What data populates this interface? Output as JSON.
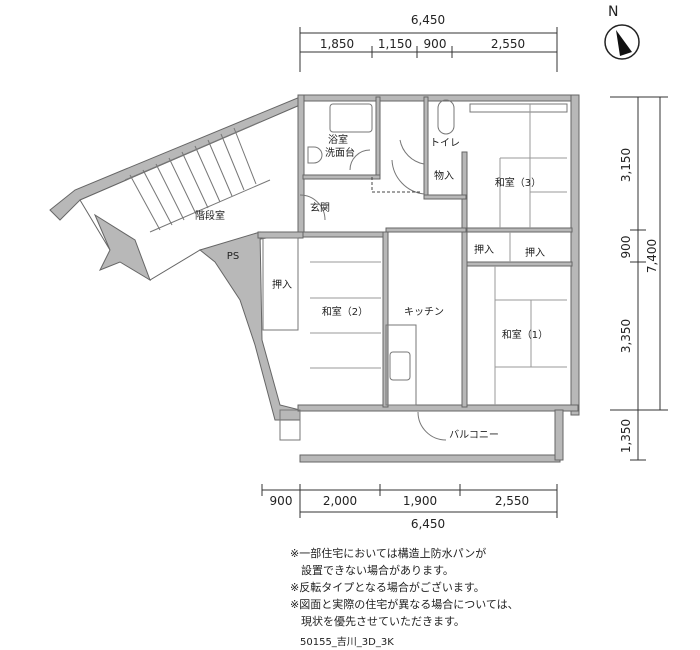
{
  "dimensions": {
    "top_total": "6,450",
    "top_parts": [
      "1,850",
      "1,150",
      "900",
      "2,550"
    ],
    "right_total": "7,400",
    "right_parts": [
      "3,150",
      "900",
      "3,350",
      "1,350"
    ],
    "bottom_parts": [
      "900",
      "2,000",
      "1,900",
      "2,550"
    ],
    "bottom_total": "6,450"
  },
  "compass": "N",
  "rooms": {
    "bath": "浴室",
    "washstand": "洗面台",
    "toilet": "トイレ",
    "storage": "物入",
    "washitsu3": "和室（3）",
    "entrance": "玄関",
    "oshiire_a": "押入",
    "oshiire_b": "押入",
    "oshiire_left": "押入",
    "washitsu2": "和室（2）",
    "kitchen": "キッチン",
    "washitsu1": "和室（1）",
    "stairwell": "階段室",
    "ps": "PS",
    "balcony": "バルコニー"
  },
  "notes": [
    "※一部住宅においては構造上防水パンが",
    "　設置できない場合があります。",
    "※反転タイプとなる場合がございます。",
    "※図面と実際の住宅が異なる場合については、",
    "　現状を優先させていただきます。"
  ],
  "plan_code": "50155_吉川_3D_3K"
}
